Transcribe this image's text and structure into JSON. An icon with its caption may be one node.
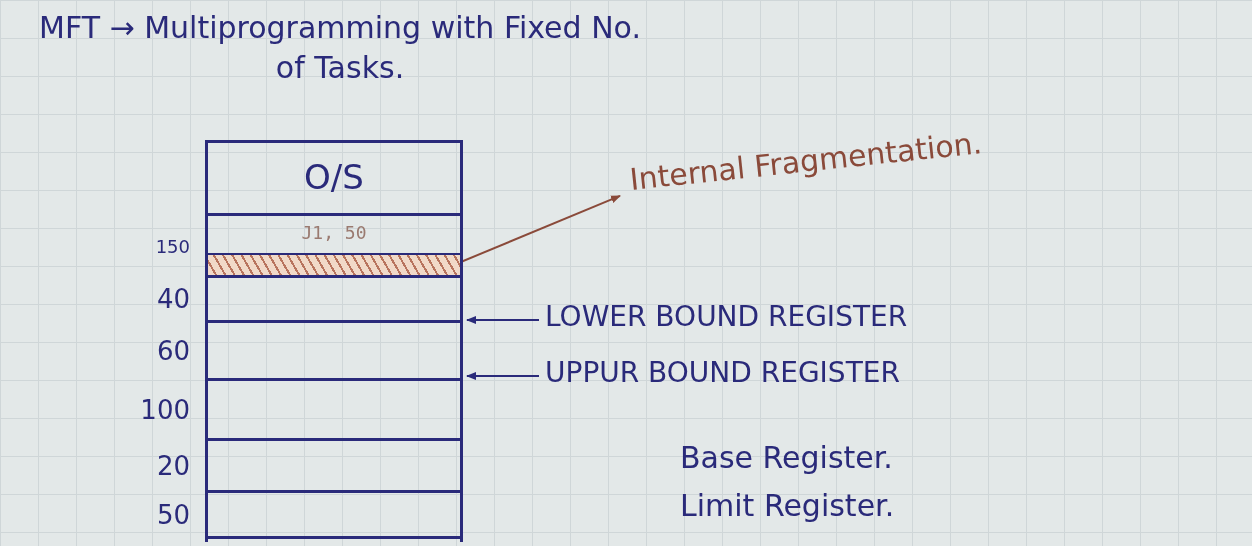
{
  "diagram": {
    "title": "MFT → Multiprogramming with Fixed No. of Tasks.",
    "nodes": [
      {
        "text": [],
        "shape": "box"
      },
      {
        "text": [
          "O/S"
        ],
        "in": 0
      },
      {
        "text": [
          "J1, 50"
        ],
        "in": 0,
        "beside": [
          "150"
        ]
      },
      {
        "text": [],
        "shape": "box",
        "in": 2
      },
      {
        "text": [],
        "shape": "box",
        "in": 0,
        "beside": [
          "40"
        ]
      },
      {
        "text": [],
        "shape": "box",
        "in": 0,
        "beside": [
          "60"
        ]
      },
      {
        "text": [],
        "shape": "box",
        "in": 0,
        "beside": [
          "100"
        ]
      },
      {
        "text": [],
        "shape": "box",
        "in": 0,
        "beside": [
          "20"
        ]
      },
      {
        "text": [],
        "shape": "box",
        "in": 0,
        "beside": [
          "50"
        ]
      },
      {
        "text": [
          "Internal Fragmentation."
        ]
      },
      {
        "text": [
          "LOWER BOUND REGISTER"
        ]
      },
      {
        "text": [
          "UPPUR BOUND REGISTER"
        ]
      }
    ],
    "edges": [
      {
        "from": 3,
        "to": 9,
        "arrow": "to",
        "color": "#8a4a3a"
      },
      {
        "from": 10,
        "to": 0,
        "arrow": "to"
      },
      {
        "from": 11,
        "to": 0,
        "arrow": "to"
      }
    ],
    "labels": [
      "Base Register.",
      "Limit Register."
    ]
  }
}
